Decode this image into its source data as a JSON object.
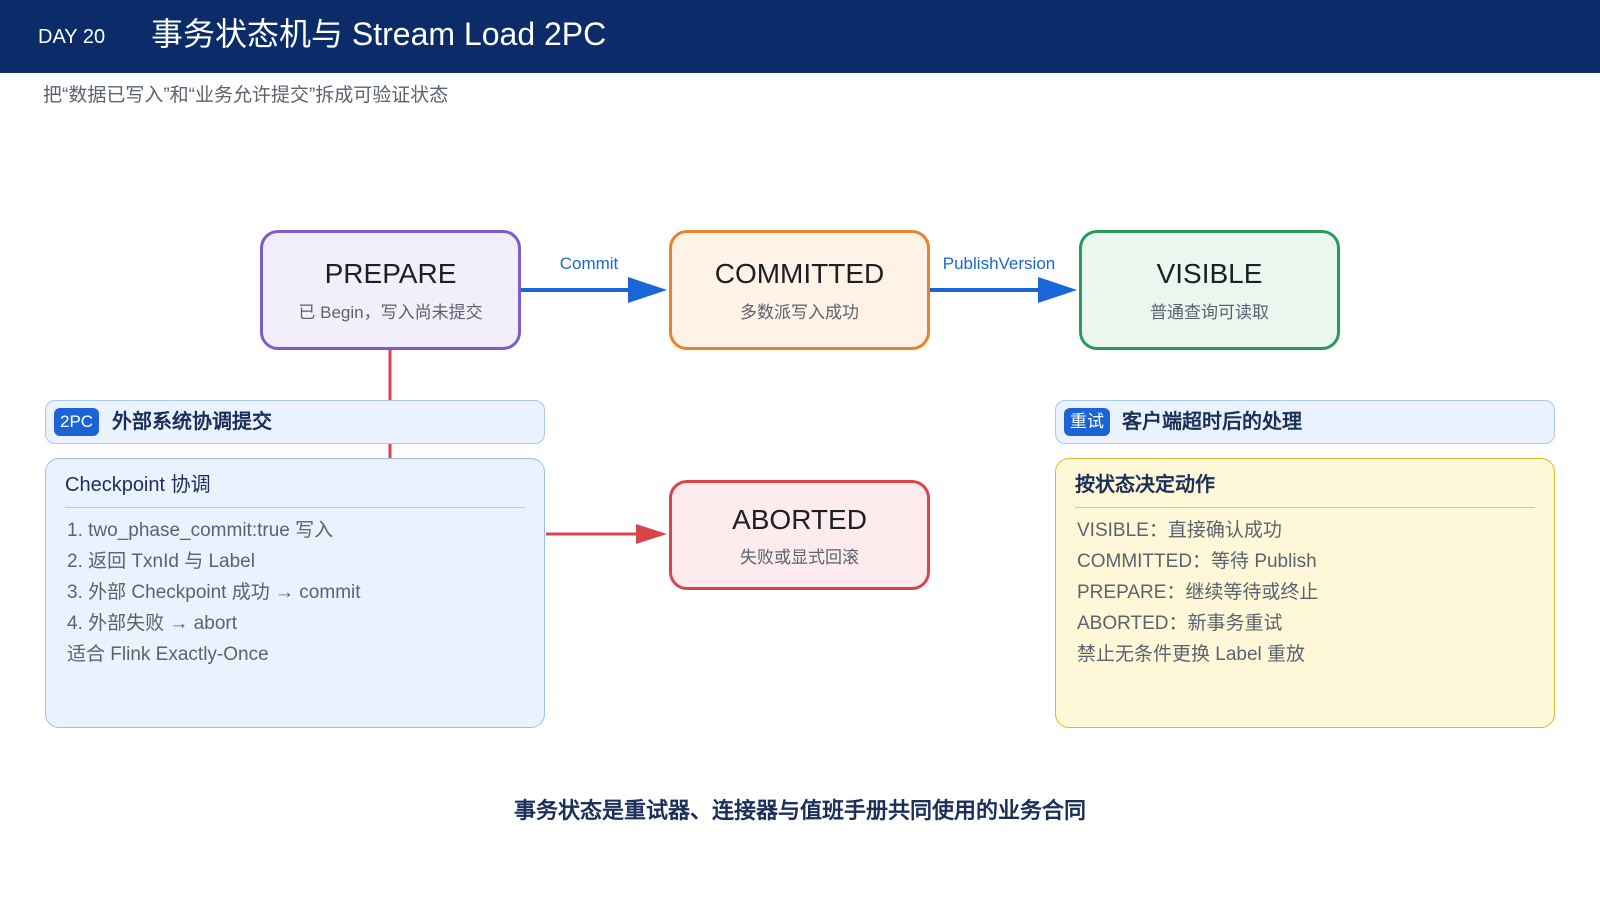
{
  "header": {
    "day": "DAY 20",
    "title": "事务状态机与 Stream Load 2PC",
    "subtitle": "把“数据已写入”和“业务允许提交”拆成可验证状态"
  },
  "states": {
    "prepare": {
      "name": "PREPARE",
      "desc": "已 Begin，写入尚未提交"
    },
    "committed": {
      "name": "COMMITTED",
      "desc": "多数派写入成功"
    },
    "visible": {
      "name": "VISIBLE",
      "desc": "普通查询可读取"
    },
    "aborted": {
      "name": "ABORTED",
      "desc": "失败或显式回滚"
    }
  },
  "transitions": {
    "commit": "Commit",
    "publish": "PublishVersion"
  },
  "panels": {
    "left": {
      "badge": "2PC",
      "heading": "外部系统协调提交",
      "title": "Checkpoint 协调",
      "items": [
        "1. two_phase_commit:true 写入",
        "2. 返回 TxnId 与 Label",
        "3. 外部 Checkpoint 成功 → commit",
        "4. 外部失败 → abort",
        "适合 Flink Exactly-Once"
      ]
    },
    "right": {
      "badge": "重试",
      "heading": "客户端超时后的处理",
      "title": "按状态决定动作",
      "items": [
        "VISIBLE：直接确认成功",
        "COMMITTED：等待 Publish",
        "PREPARE：继续等待或终止",
        "ABORTED：新事务重试",
        "禁止无条件更换 Label 重放"
      ]
    }
  },
  "footer": "事务状态是重试器、连接器与值班手册共同使用的业务合同",
  "colors": {
    "header_bg": "#0b2c68",
    "transition_arrow": "#1a66d9",
    "abort_arrow": "#d9454c",
    "prepare_border": "#7b5ccf",
    "committed_border": "#e8832a",
    "visible_border": "#2a9a5c",
    "aborted_border": "#d9454c",
    "badge_bg": "#1b64d6"
  }
}
